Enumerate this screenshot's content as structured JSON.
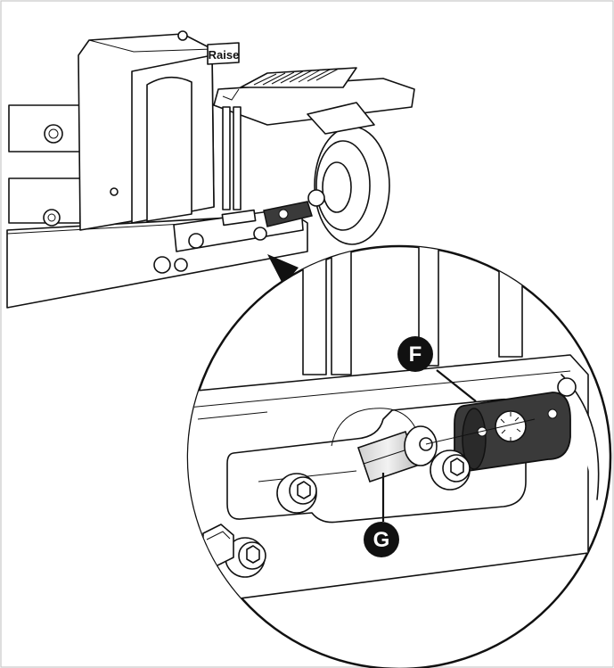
{
  "device_label": "Raise",
  "callouts": [
    {
      "id": "F",
      "text": "F"
    },
    {
      "id": "G",
      "text": "G"
    }
  ],
  "colors": {
    "line": "#111111",
    "background": "#ffffff",
    "callout_fill": "#111111",
    "callout_text": "#ffffff",
    "dark_part": "#3a3a3a",
    "border": "#c8c8c8"
  }
}
